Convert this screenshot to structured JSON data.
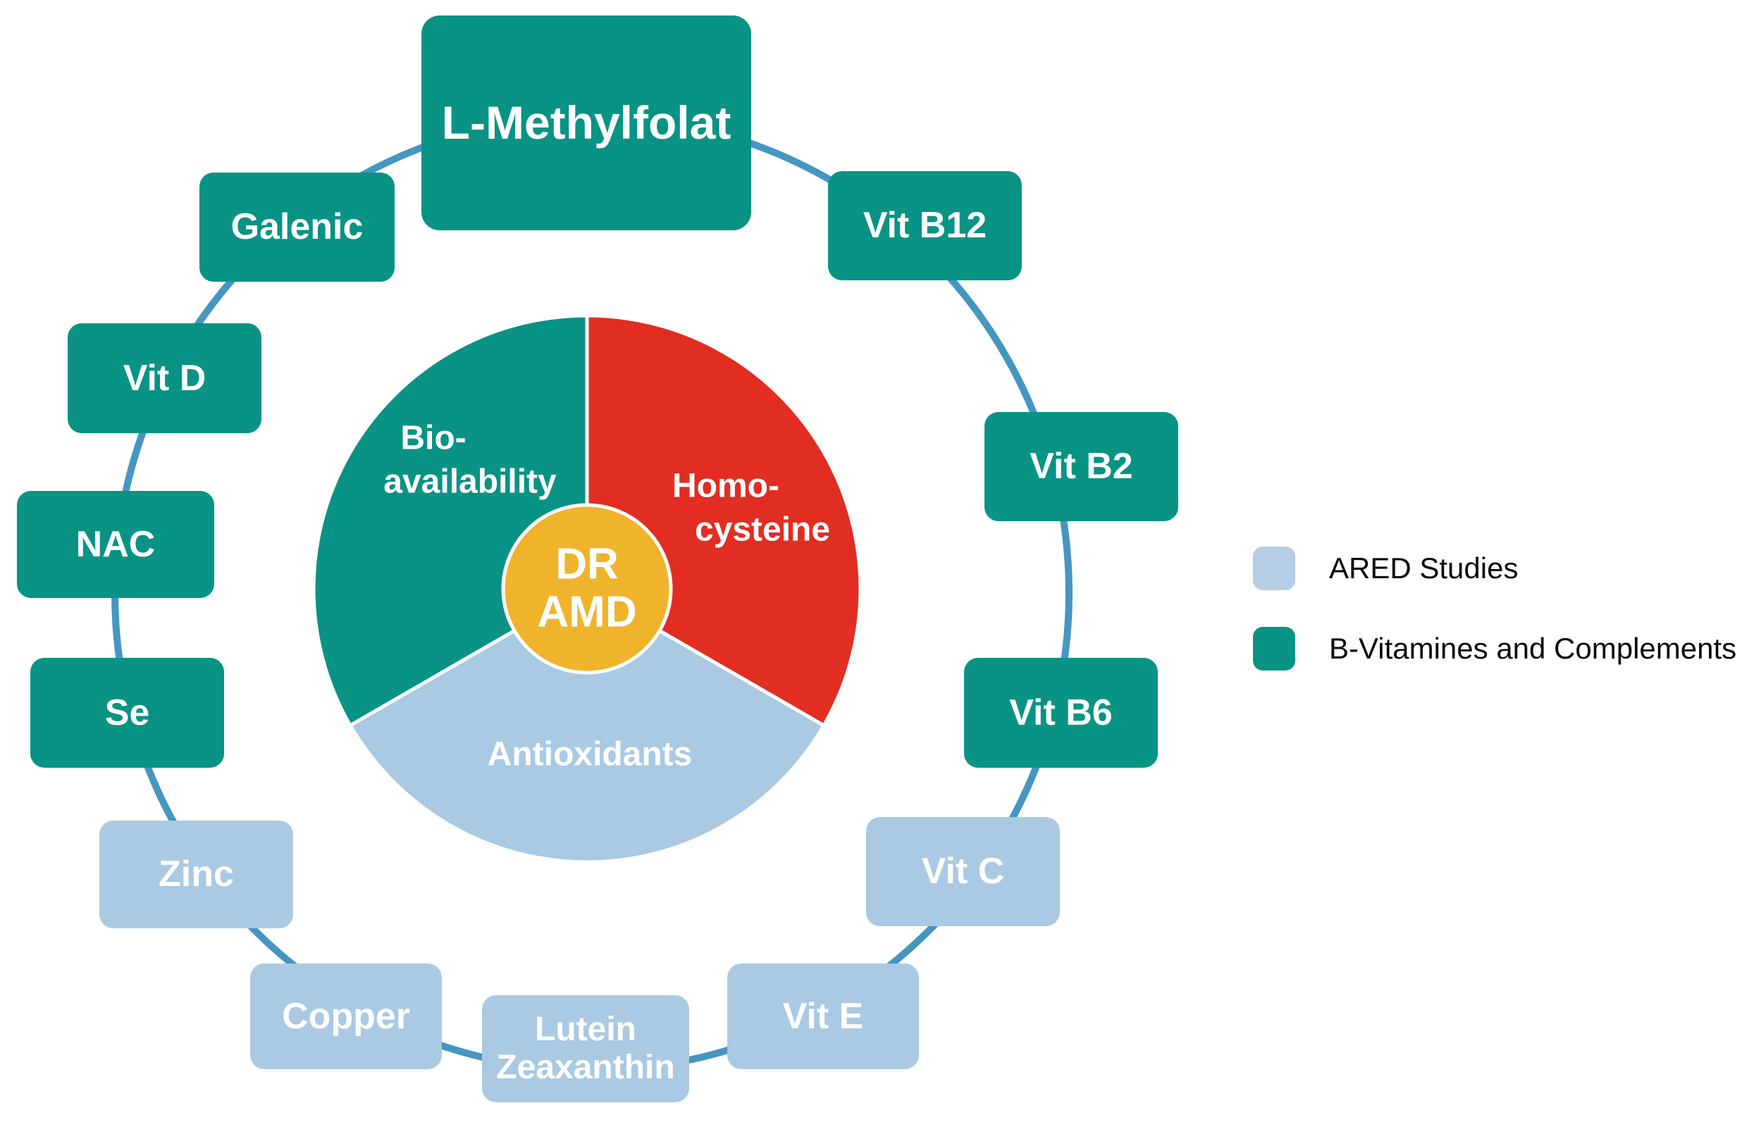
{
  "pie": {
    "core": {
      "line1": "DR",
      "line2": "AMD",
      "color": "#f0b42c"
    },
    "segments": {
      "bioavailability": {
        "line1": "Bio-",
        "line2": "availability",
        "color": "#089384"
      },
      "homocysteine": {
        "line1": "Homo-",
        "line2": "cysteine",
        "color": "#e22d22"
      },
      "antioxidants": {
        "label": "Antioxidants",
        "color": "#aac9e3"
      }
    }
  },
  "nodes": {
    "l_methylfolat": {
      "label": "L-Methylfolat",
      "group": "B-Vitamines and Complements"
    },
    "galenic": {
      "label": "Galenic",
      "group": "B-Vitamines and Complements"
    },
    "vit_b12": {
      "label": "Vit B12",
      "group": "B-Vitamines and Complements"
    },
    "vit_d": {
      "label": "Vit D",
      "group": "B-Vitamines and Complements"
    },
    "vit_b2": {
      "label": "Vit B2",
      "group": "B-Vitamines and Complements"
    },
    "nac": {
      "label": "NAC",
      "group": "B-Vitamines and Complements"
    },
    "se": {
      "label": "Se",
      "group": "B-Vitamines and Complements"
    },
    "vit_b6": {
      "label": "Vit B6",
      "group": "B-Vitamines and Complements"
    },
    "zinc": {
      "label": "Zinc",
      "group": "ARED Studies"
    },
    "vit_c": {
      "label": "Vit C",
      "group": "ARED Studies"
    },
    "copper": {
      "label": "Copper",
      "group": "ARED Studies"
    },
    "vit_e": {
      "label": "Vit E",
      "group": "ARED Studies"
    },
    "lutein_zeaxanthin": {
      "line1": "Lutein",
      "line2": "Zeaxanthin",
      "group": "ARED Studies"
    }
  },
  "legend": {
    "ared": {
      "label": "ARED Studies",
      "color": "#b6cee5"
    },
    "bvitamines": {
      "label": "B-Vitamines and Complements",
      "color": "#089384"
    }
  },
  "colors": {
    "teal": "#089384",
    "light_blue": "#aac9e3",
    "red": "#e22d22",
    "yellow": "#f0b42c",
    "connector_blue": "#4596c1",
    "legend_text": "#0a0a0a"
  }
}
